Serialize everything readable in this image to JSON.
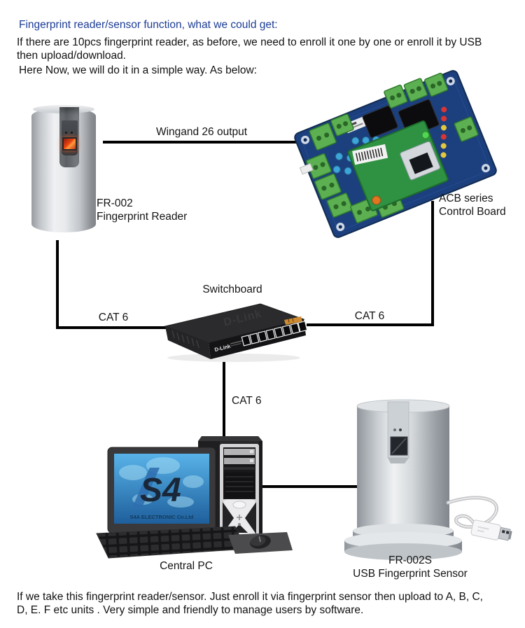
{
  "header": {
    "title": "Fingerprint reader/sensor function, what we could get:",
    "body_line1": "If there are 10pcs fingerprint reader, as before, we need to enroll it one by one or enroll it by USB",
    "body_line2": "then upload/download.",
    "body_line3": "Here Now, we will do it in a simple way. As below:"
  },
  "footer": {
    "line1": "If we take this fingerprint reader/sensor. Just enroll it via fingerprint sensor then upload to A, B, C,",
    "line2": "D, E. F etc units . Very simple and friendly to manage users by software."
  },
  "diagram": {
    "reader": {
      "model": "FR-002",
      "label": "Fingerprint Reader"
    },
    "board": {
      "series": "ACB series",
      "label": "Control Board"
    },
    "switch": {
      "label": "Switchboard",
      "brand": "D-Link"
    },
    "pc": {
      "label": "Central PC",
      "logo_text": "S4",
      "screen_caption": "S4A ELECTRONIC Co.Ltd"
    },
    "sensor": {
      "model": "FR-002S",
      "label": "USB Fingerprint Sensor"
    },
    "connections": {
      "wiegand": "Wingand 26 output",
      "cat6": "CAT 6"
    }
  },
  "colors": {
    "title_blue": "#1d3d96",
    "wire_black": "#000000",
    "pcb_blue": "#1c3f7d",
    "daughterboard_green": "#2f9242",
    "terminal_green": "#5cb052",
    "switch_black": "#141416",
    "device_silver": "#c6cace",
    "screen_blue": "#3f93d0",
    "sensor_window_red": "#e8430f"
  }
}
